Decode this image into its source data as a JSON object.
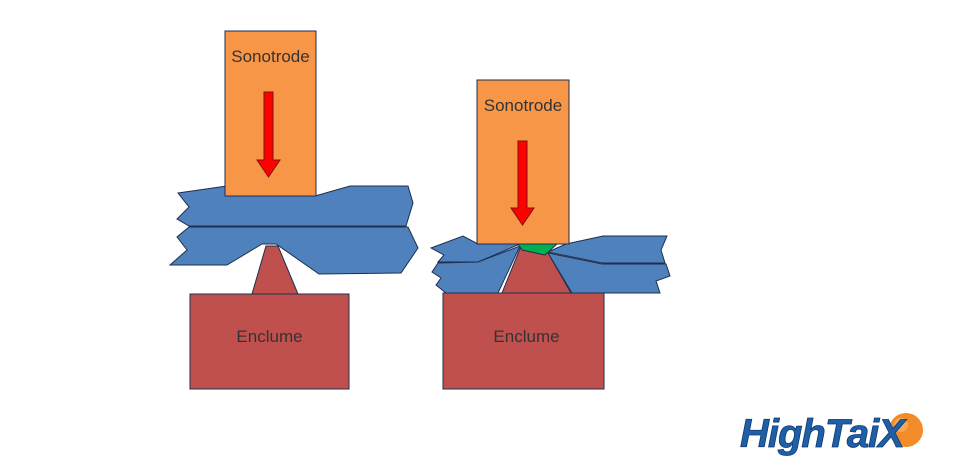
{
  "diagram": {
    "left": {
      "sonotrode_label": "Sonotrode",
      "anvil_label": "Enclume"
    },
    "right": {
      "sonotrode_label": "Sonotrode",
      "anvil_label": "Enclume"
    }
  },
  "logo": {
    "text": "HighTaiX"
  },
  "colors": {
    "sonotrode": "#F79646",
    "sheet": "#4F81BD",
    "anvil": "#C0504D",
    "arrow": "#FF0000",
    "weld": "#00B050",
    "outline": "#1F2F4F",
    "logo_blue": "#1F5FA8",
    "logo_orange": "#F28C28"
  }
}
